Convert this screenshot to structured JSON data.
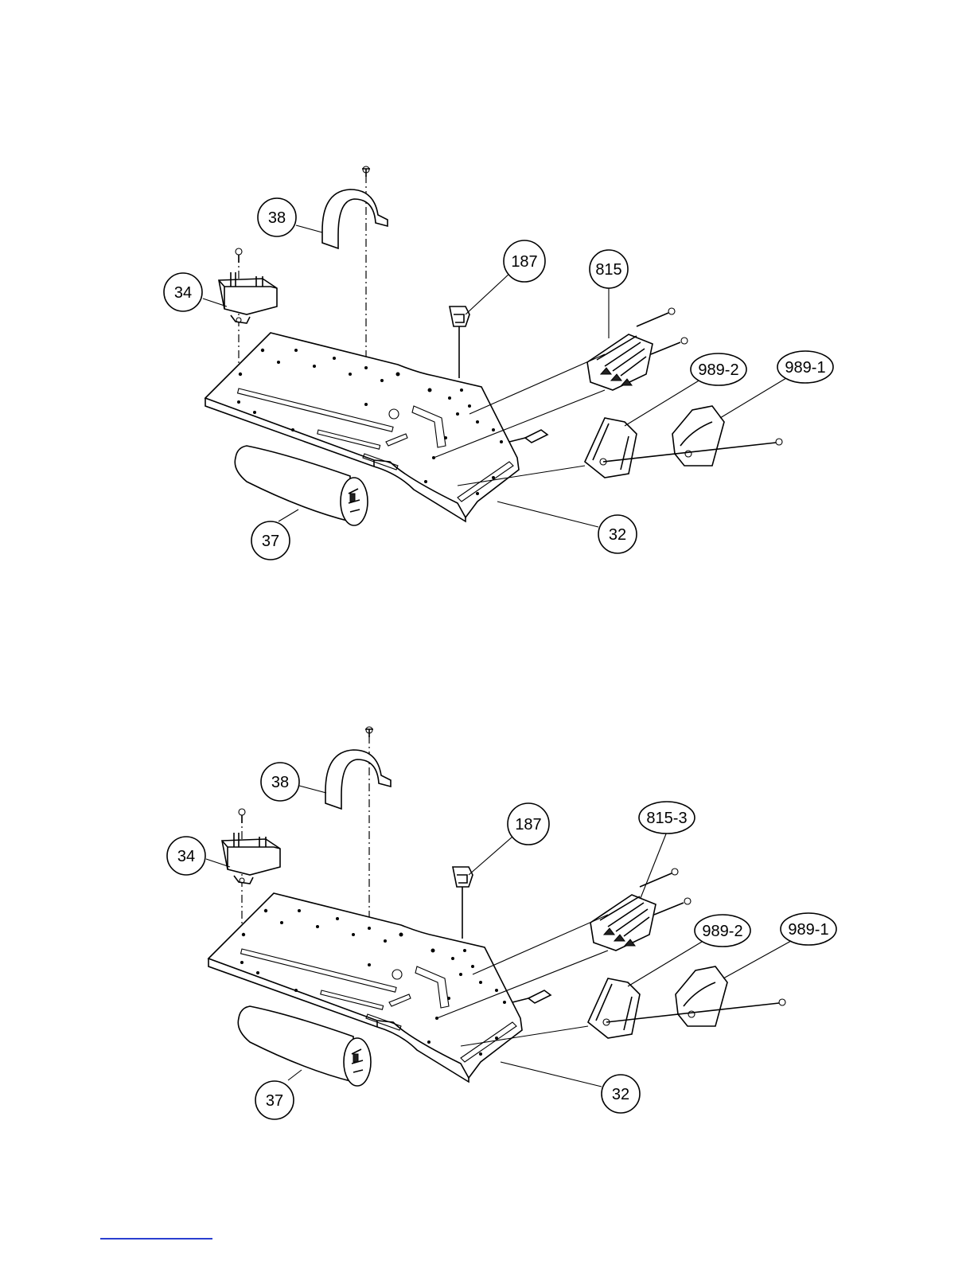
{
  "diagrams": [
    {
      "id": "top",
      "callouts": [
        "38",
        "34",
        "187",
        "815",
        "989-2",
        "989-1",
        "37",
        "32"
      ]
    },
    {
      "id": "bottom",
      "callouts": [
        "38",
        "34",
        "187",
        "815-3",
        "989-2",
        "989-1",
        "37",
        "32"
      ]
    }
  ]
}
